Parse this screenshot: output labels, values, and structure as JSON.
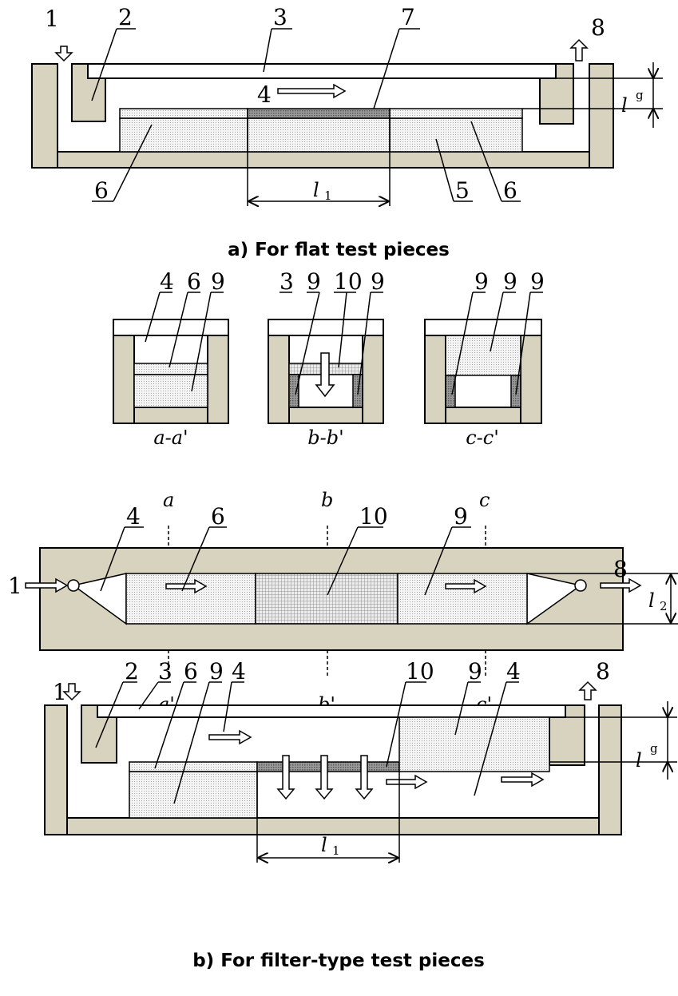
{
  "captions": {
    "a": "a) For flat test pieces",
    "b": "b) For filter-type test pieces"
  },
  "section_labels": {
    "aa": "a-a'",
    "bb": "b-b'",
    "cc": "c-c'"
  },
  "cut_labels": {
    "a": "a",
    "b": "b",
    "c": "c",
    "a2": "a'",
    "b2": "b'",
    "c2": "c'"
  },
  "dims": {
    "l": "l",
    "lg_sub": "g",
    "l1_sub": "1",
    "l2_sub": "2"
  },
  "callouts": {
    "n1": "1",
    "n2": "2",
    "n3": "3",
    "n4": "4",
    "n5": "5",
    "n6": "6",
    "n7": "7",
    "n8": "8",
    "n9": "9",
    "n10": "10"
  },
  "colors": {
    "wall": "#d8d3bf",
    "cover": "#ffffff",
    "line": "#000000"
  }
}
